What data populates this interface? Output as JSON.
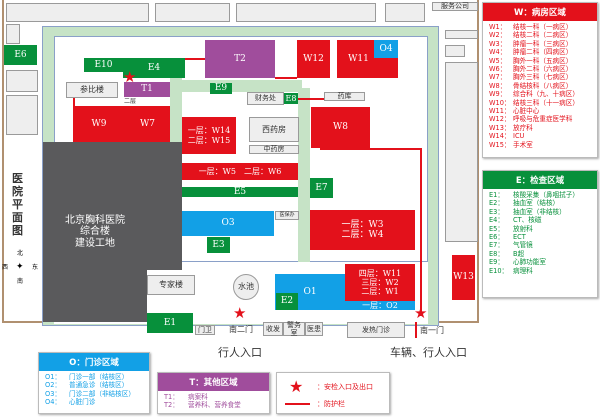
{
  "map": {
    "title": "医院平面图",
    "compass": {
      "n": "北",
      "s": "南",
      "w": "西",
      "e": "东"
    },
    "construction": "北京胸科医院\n综合楼\n建设工地",
    "buildings": {
      "E1": "E1",
      "E2": "E2",
      "E3": "E3",
      "E4": "E4",
      "E5": "E5",
      "E6": "E6",
      "E7": "E7",
      "E8": "E8",
      "E9": "E9",
      "E10": "E10",
      "T1": "T1",
      "T2": "T2",
      "O1": "O1",
      "O3": "O3",
      "O4": "O4",
      "W9": "W9",
      "W7": "W7",
      "W12": "W12",
      "W11": "W11",
      "W8": "W8",
      "W13": "W13",
      "W14W15": "一层：W14\n二层：W15",
      "W5W6": "一层：W5　二层：W6",
      "W3W4": "一层：W3\n二层：W4",
      "O1stack": "四层：W11\n三层：W2\n二层：W1",
      "O2": "一层：O2"
    },
    "labels": {
      "canbi": "参比楼",
      "caiwu": "财务处",
      "yaoku": "药库",
      "xiyao": "西药房",
      "zhongyao": "中药房",
      "yibao": "医保办",
      "zhuanjia": "专家楼",
      "shuichi": "水池",
      "menwei": "门卫",
      "shoufa": "收发",
      "jingwu": "警务室",
      "yihuan": "医患",
      "fare": "发热门诊",
      "fuwu": "服务公司",
      "erceng": "二层",
      "nan2": "南二门",
      "nan1": "南一门",
      "entry_ped": "行人入口",
      "entry_veh": "车辆、行人入口"
    }
  },
  "legend": {
    "W": {
      "title": "W：病房区域",
      "items": [
        [
          "W1：",
          "结核一科（一病区）"
        ],
        [
          "W2：",
          "结核二科（二病区）"
        ],
        [
          "W3：",
          "肿瘤一科（三病区）"
        ],
        [
          "W4：",
          "肿瘤二科（四病区）"
        ],
        [
          "W5：",
          "胸外一科（五病区）"
        ],
        [
          "W6：",
          "胸外二科（六病区）"
        ],
        [
          "W7：",
          "胸外三科（七病区）"
        ],
        [
          "W8：",
          "骨结核科（八病区）"
        ],
        [
          "W9：",
          "综合科（九、十病区）"
        ],
        [
          "W10：",
          "结核三科（十一病区）"
        ],
        [
          "W11：",
          "心脏中心"
        ],
        [
          "W12：",
          "呼吸与危重症医学科"
        ],
        [
          "W13：",
          "放疗科"
        ],
        [
          "W14：",
          "ICU"
        ],
        [
          "W15：",
          "手术室"
        ]
      ]
    },
    "E": {
      "title": "E：检查区域",
      "items": [
        [
          "E1：",
          "核酸采集（鼻咽拭子）"
        ],
        [
          "E2：",
          "抽血室（结核）"
        ],
        [
          "E3：",
          "抽血室（非结核）"
        ],
        [
          "E4：",
          "CT、核磁"
        ],
        [
          "E5：",
          "放射科"
        ],
        [
          "E6：",
          "ECT"
        ],
        [
          "E7：",
          "气管镜"
        ],
        [
          "E8：",
          "B超"
        ],
        [
          "E9：",
          "心肺功能室"
        ],
        [
          "E10：",
          "病理科"
        ]
      ]
    },
    "O": {
      "title": "O：门诊区域",
      "items": [
        [
          "O1：",
          "门诊一部（结核区）"
        ],
        [
          "O2：",
          "普通急诊（结核区）"
        ],
        [
          "O3：",
          "门诊二部（非结核区）"
        ],
        [
          "O4：",
          "心脏门诊"
        ]
      ]
    },
    "T": {
      "title": "T：其他区域",
      "items": [
        [
          "T1：",
          "病案科"
        ],
        [
          "T2：",
          "营养科、营养食堂"
        ]
      ]
    },
    "symbols": {
      "star": "：安检入口及出口",
      "fence": "：防护栏"
    }
  },
  "colors": {
    "ward": "#e3111b",
    "exam": "#07903b",
    "outpatient": "#12a0e6",
    "other": "#a04d9c"
  }
}
